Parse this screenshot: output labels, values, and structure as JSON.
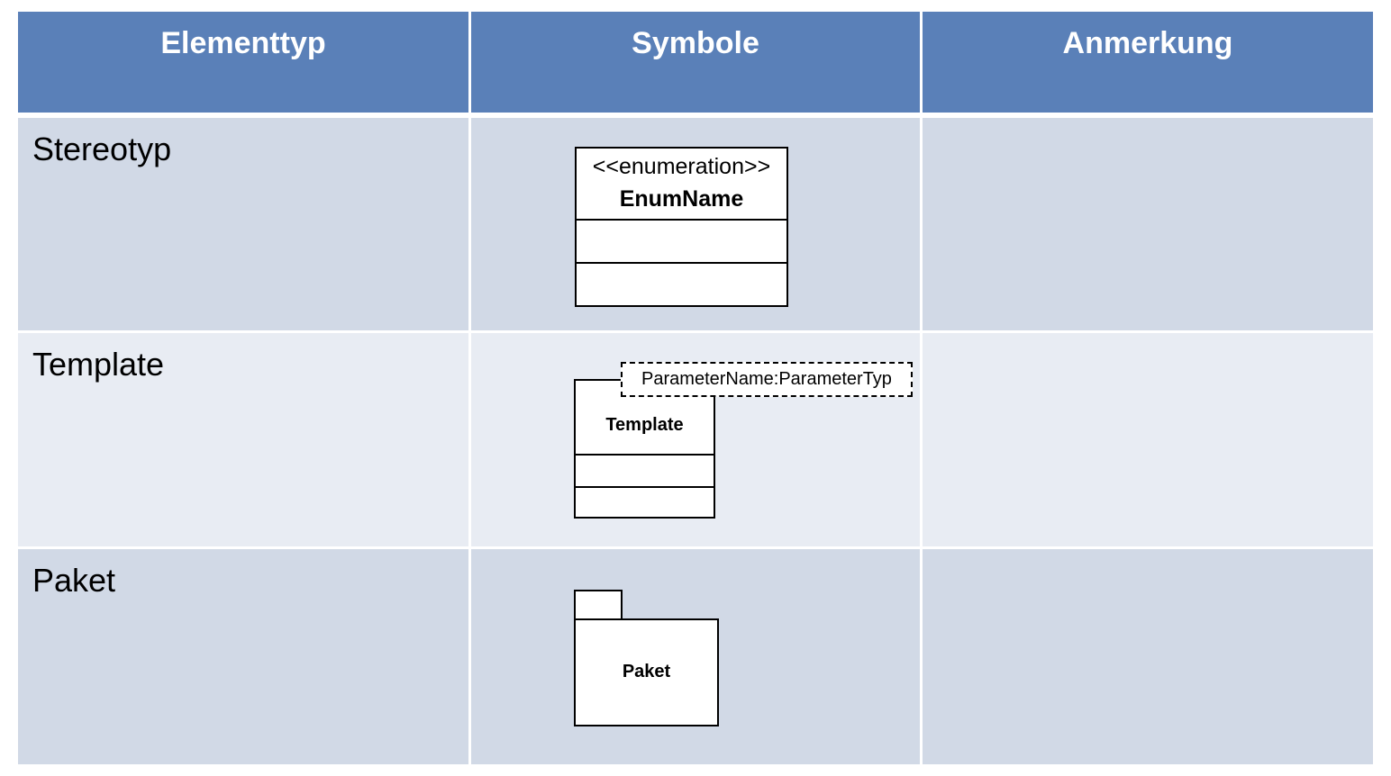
{
  "header": {
    "col1": "Elementtyp",
    "col2": "Symbole",
    "col3": "Anmerkung"
  },
  "rows": [
    {
      "label": "Stereotyp",
      "symbol": {
        "stereotype": "<<enumeration>>",
        "name": "EnumName"
      },
      "note": ""
    },
    {
      "label": "Template",
      "symbol": {
        "parameter": "ParameterName:ParameterTyp",
        "name": "Template"
      },
      "note": ""
    },
    {
      "label": "Paket",
      "symbol": {
        "name": "Paket"
      },
      "note": ""
    }
  ],
  "colors": {
    "header": "#5a80b8",
    "row_dark": "#d1d9e6",
    "row_light": "#e8ecf3"
  }
}
